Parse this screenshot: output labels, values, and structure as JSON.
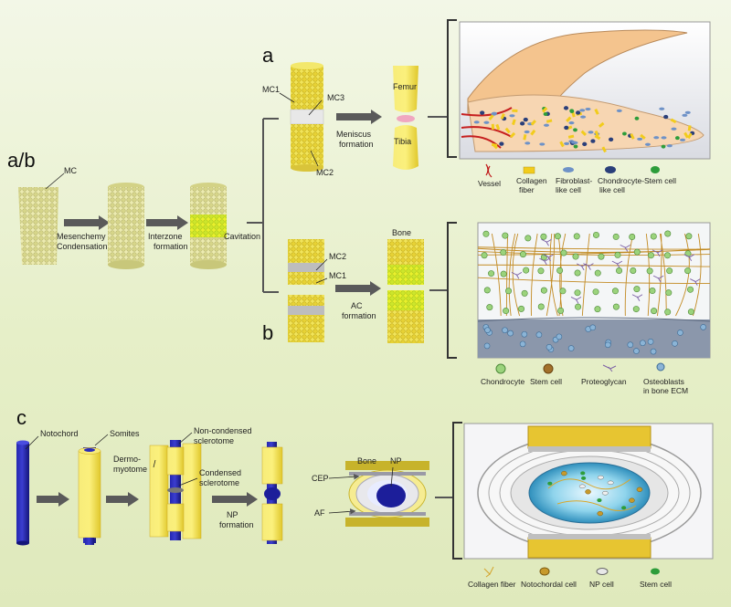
{
  "panels": {
    "ab": "a/b",
    "a": "a",
    "b": "b",
    "c": "c"
  },
  "labels": {
    "mc": "MC",
    "mesenchyme": [
      "Mesenchemy",
      "Condensation"
    ],
    "interzone": [
      "Interzone",
      "formation"
    ],
    "cavitation": "Cavitation",
    "mc1": "MC1",
    "mc2": "MC2",
    "mc3": "MC3",
    "meniscus": [
      "Meniscus",
      "formation"
    ],
    "femur": "Femur",
    "tibia": "Tibia",
    "bone": "Bone",
    "ac": [
      "AC",
      "formation"
    ],
    "notochord": "Notochord",
    "somites": "Somites",
    "dermomyotome": [
      "Dermo-",
      "myotome"
    ],
    "noncondensed": [
      "Non-condensed",
      "sclerotome"
    ],
    "condensed": [
      "Condensed",
      "sclerotome"
    ],
    "np_formation": [
      "NP",
      "formation"
    ],
    "np": "NP",
    "cep": "CEP",
    "af": "AF"
  },
  "legend_a": [
    "Vessel",
    [
      "Collagen",
      "fiber"
    ],
    [
      "Fibroblast-",
      "like cell"
    ],
    [
      "Chondrocyte-",
      "like cell"
    ],
    "Stem cell"
  ],
  "legend_b": [
    "Chondrocyte",
    "Stem cell",
    "Proteoglycan",
    [
      "Osteoblasts",
      "in bone ECM"
    ]
  ],
  "legend_c": [
    "Collagen fiber",
    "Notochordal cell",
    "NP cell",
    "Stem cell"
  ],
  "colors": {
    "yellow": "#f2e24a",
    "navy": "#1c1e9a",
    "arrow": "#555555",
    "meniscus": "#f2c38e"
  }
}
